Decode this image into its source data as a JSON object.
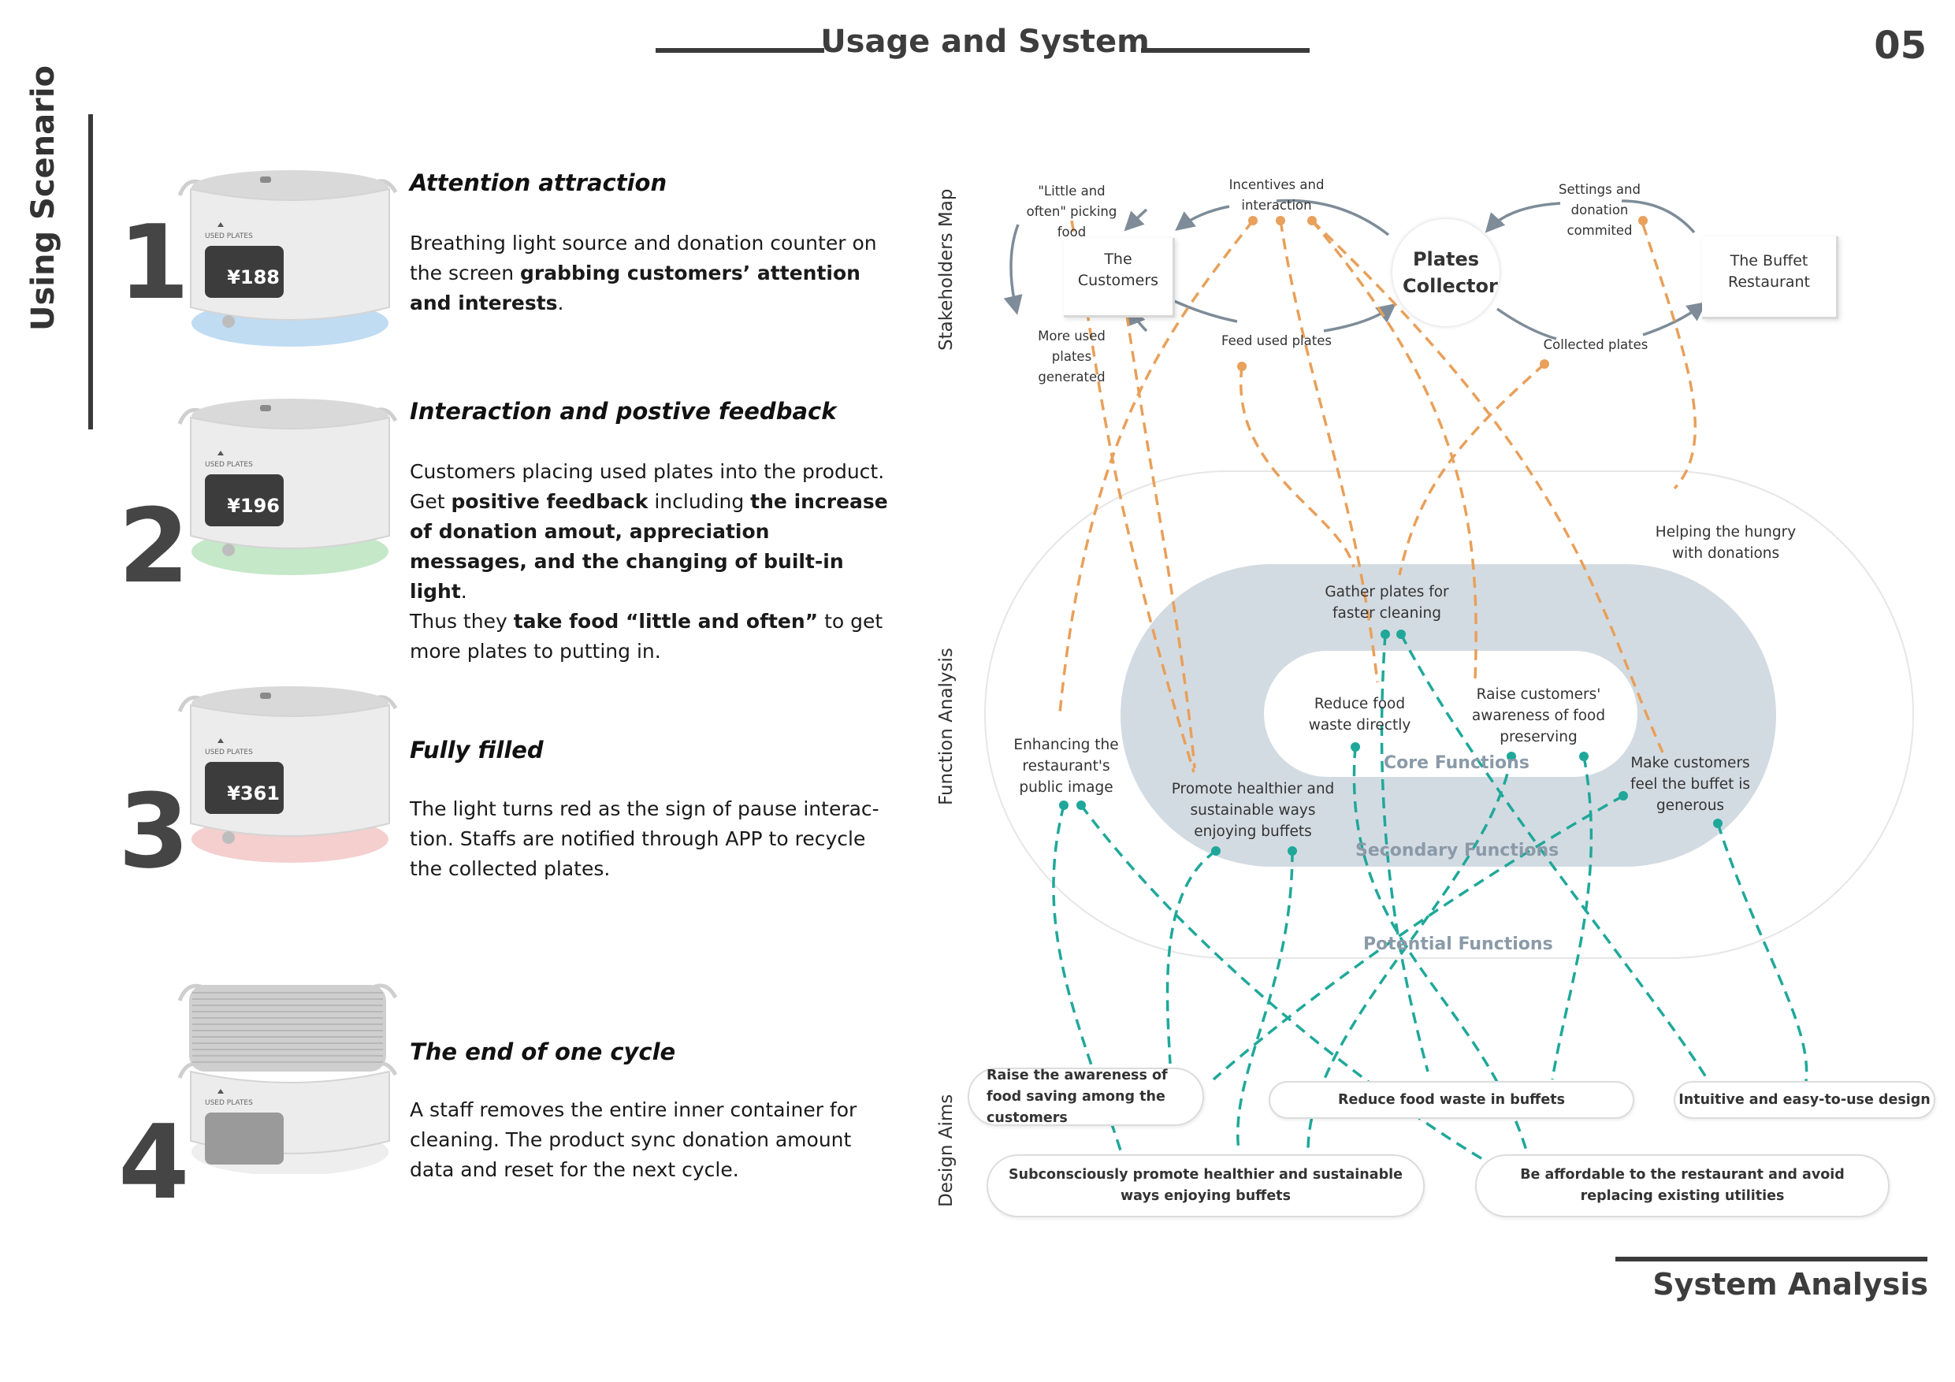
{
  "header": {
    "title": "Usage and System",
    "page_number": "05"
  },
  "side_title": "Using Scenario",
  "steps": [
    {
      "number": "1",
      "title": "Attention attraction",
      "counter": "¥188",
      "device_label": "USED PLATES",
      "light_color": "#b9d8f2",
      "text_parts": [
        {
          "t": "Breathing light source and donation counter on the screen ",
          "b": false
        },
        {
          "t": "grabbing customers’ attention and interests",
          "b": true
        },
        {
          "t": ".",
          "b": false
        }
      ]
    },
    {
      "number": "2",
      "title": "Interaction and postive feedback",
      "counter": "¥196",
      "device_label": "USED PLATES",
      "light_color": "#bfe5c2",
      "text_parts": [
        {
          "t": "Customers placing used plates into the product. Get ",
          "b": false
        },
        {
          "t": "positive feedback",
          "b": true
        },
        {
          "t": " including ",
          "b": false
        },
        {
          "t": "the increase of donation amout, appreciation messages, and the changing of built-in light",
          "b": true
        },
        {
          "t": ".\nThus they ",
          "b": false
        },
        {
          "t": "take food “little and often”",
          "b": true
        },
        {
          "t": " to get more plates to putting in.",
          "b": false
        }
      ]
    },
    {
      "number": "3",
      "title": "Fully filled",
      "counter": "¥361",
      "device_label": "USED PLATES",
      "light_color": "#f4c9c9",
      "text_parts": [
        {
          "t": "The light turns red as the sign of pause interac-tion. Staffs are notified through APP to recycle the collected plates.",
          "b": false
        }
      ]
    },
    {
      "number": "4",
      "title": "The end of one cycle",
      "counter": "",
      "device_label": "USED PLATES",
      "light_color": "#ececec",
      "text_parts": [
        {
          "t": "A staff removes the entire inner container for cleaning. The product sync donation amount data and reset for the next cycle.",
          "b": false
        }
      ]
    }
  ],
  "diagram": {
    "section_labels": {
      "stakeholders": "Stakeholders Map",
      "functions": "Function Analysis",
      "aims": "Design Aims"
    },
    "stakeholders": {
      "customers": "The Customers",
      "collector": "Plates Collector",
      "restaurant": "The Buffet Restaurant"
    },
    "flow_labels": {
      "little_often": "\"Little and often\" picking food",
      "more_plates": "More used plates generated",
      "incentives": "Incentives and interaction",
      "feed": "Feed used plates",
      "settings": "Settings and donation commited",
      "collected": "Collected plates"
    },
    "zones": {
      "core": "Core Functions",
      "secondary": "Secondary Functions",
      "potential": "Potential Functions"
    },
    "functions": {
      "gather": "Gather plates for faster cleaning",
      "reduce": "Reduce food waste directly",
      "raise": "Raise customers' awareness of food preserving",
      "helping": "Helping the hungry with donations",
      "enhancing": "Enhancing the restaurant's public image",
      "promote": "Promote healthier and sustainable ways enjoying buffets",
      "generous": "Make customers feel the buffet is generous"
    },
    "aims": {
      "raise_awareness": "Raise the awareness of food saving among the customers",
      "reduce_waste": "Reduce food waste in buffets",
      "intuitive": "Intuitive and easy-to-use design",
      "subconscious": "Subconsciously promote healthier and sustainable ways enjoying buffets",
      "affordable": "Be affordable to the restaurant and avoid replacing existing utilities"
    },
    "colors": {
      "orange": "#e8a05a",
      "teal": "#1fa89a",
      "zone_fill": "#d3dbe2",
      "arrow": "#7e8c99"
    }
  },
  "footer": {
    "title": "System Analysis"
  }
}
